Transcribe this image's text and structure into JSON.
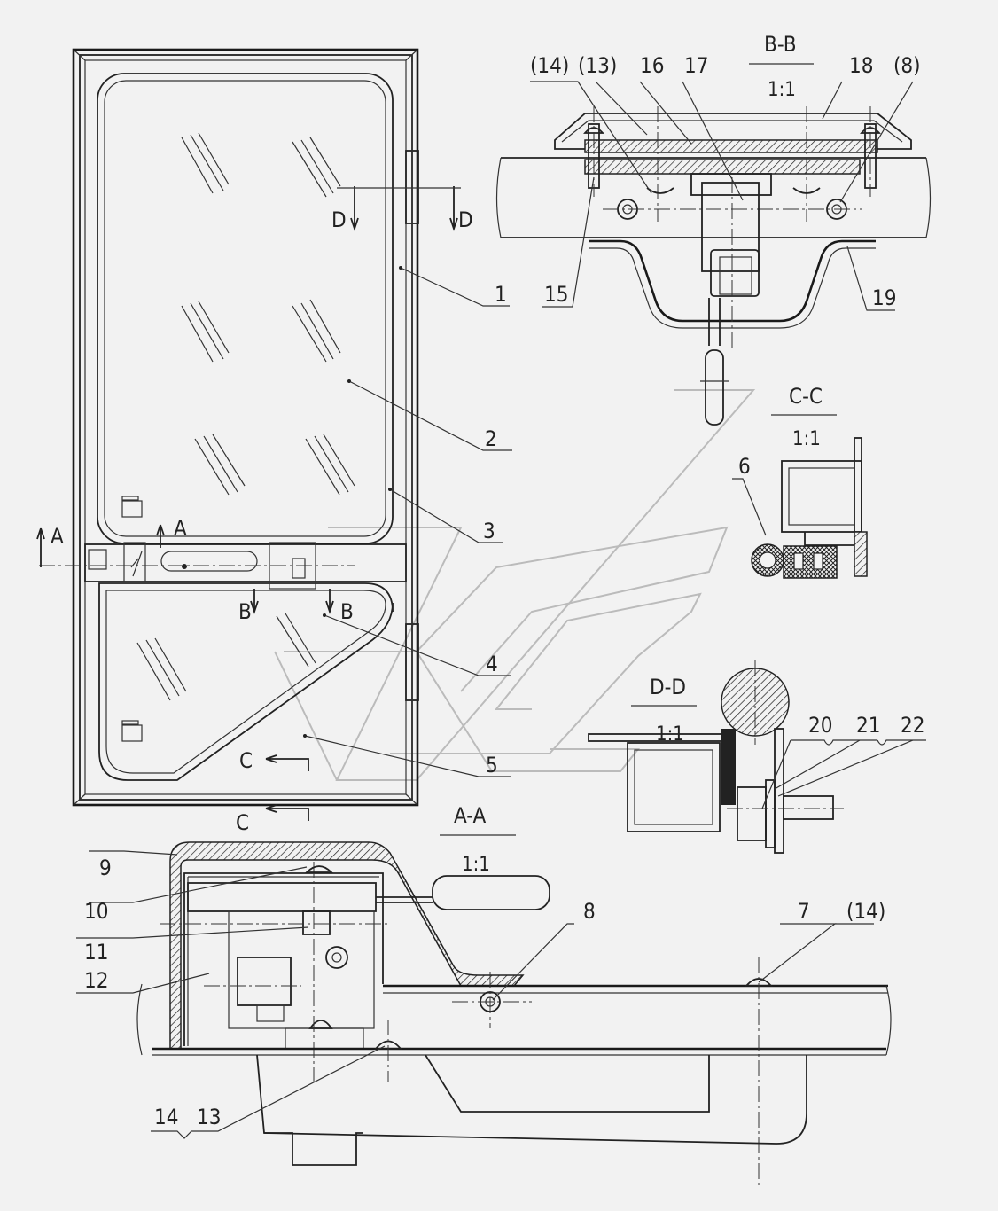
{
  "views": {
    "bb": {
      "title": "B-B",
      "scale": "1:1"
    },
    "cc": {
      "title": "C-C",
      "scale": "1:1"
    },
    "dd": {
      "title": "D-D",
      "scale": "1:1"
    },
    "aa": {
      "title": "A-A",
      "scale": "1:1"
    }
  },
  "section_marks": {
    "a_left": "A",
    "a_right": "A",
    "b_left": "B",
    "b_right": "B",
    "d_left": "D",
    "d_right": "D",
    "c_top": "C",
    "c_bottom": "C"
  },
  "part_labels": {
    "p1": "1",
    "p2": "2",
    "p3": "3",
    "p4": "4",
    "p5": "5",
    "p6": "6",
    "p7": "7",
    "p7b": "(14)",
    "p8": "8",
    "p9": "9",
    "p10": "10",
    "p11": "11",
    "p12": "12",
    "p13": "13",
    "p14": "14",
    "bb_14": "(14)",
    "bb_13": "(13)",
    "bb_16": "16",
    "bb_17": "17",
    "bb_18": "18",
    "bb_8": "(8)",
    "bb_15": "15",
    "bb_19": "19",
    "dd_20": "20",
    "dd_21": "21",
    "dd_22": "22"
  }
}
